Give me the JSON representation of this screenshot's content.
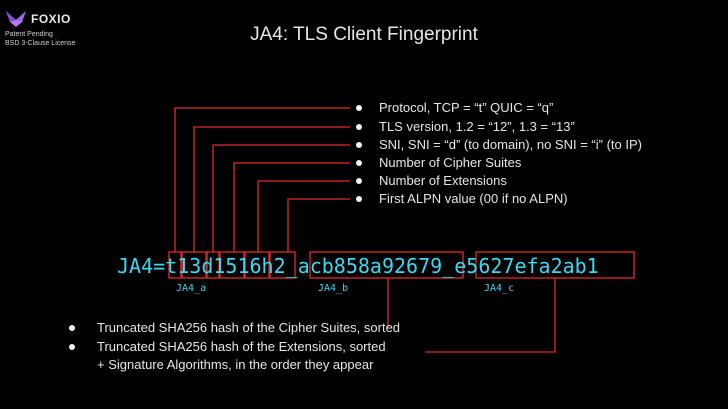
{
  "logo": {
    "name": "FOXIO",
    "icon": "fox-logo-icon",
    "line1": "Patent Pending",
    "line2": "BSD 3-Clause License"
  },
  "title": "JA4: TLS Client Fingerprint",
  "fields": [
    "Protocol, TCP = “t”  QUIC = “q”",
    "TLS version, 1.2 = “12”, 1.3 = “13”",
    "SNI, SNI = “d” (to domain), no SNI = “i” (to IP)",
    "Number of Cipher Suites",
    "Number of Extensions",
    "First ALPN value (00 if no ALPN)"
  ],
  "fingerprint": {
    "prefix": "JA4=",
    "protocol": "t",
    "tls_version": "13",
    "sni": "d",
    "cipher_count": "15",
    "extension_count": "16",
    "alpn": "h2",
    "sep1": "_",
    "ja4_b": "acb858a92679",
    "sep2": "_",
    "ja4_c": "e5627efa2ab1"
  },
  "part_labels": {
    "a": "JA4_a",
    "b": "JA4_b",
    "c": "JA4_c"
  },
  "hash_notes": {
    "b": "Truncated SHA256 hash of the Cipher Suites, sorted",
    "c_line1": "Truncated SHA256 hash of the Extensions, sorted",
    "c_line2": "+ Signature Algorithms, in the order they appear"
  },
  "colors": {
    "accent": "#39d9f4",
    "box": "#e02a2a",
    "text": "#e6e6e6",
    "background": "#000000"
  }
}
